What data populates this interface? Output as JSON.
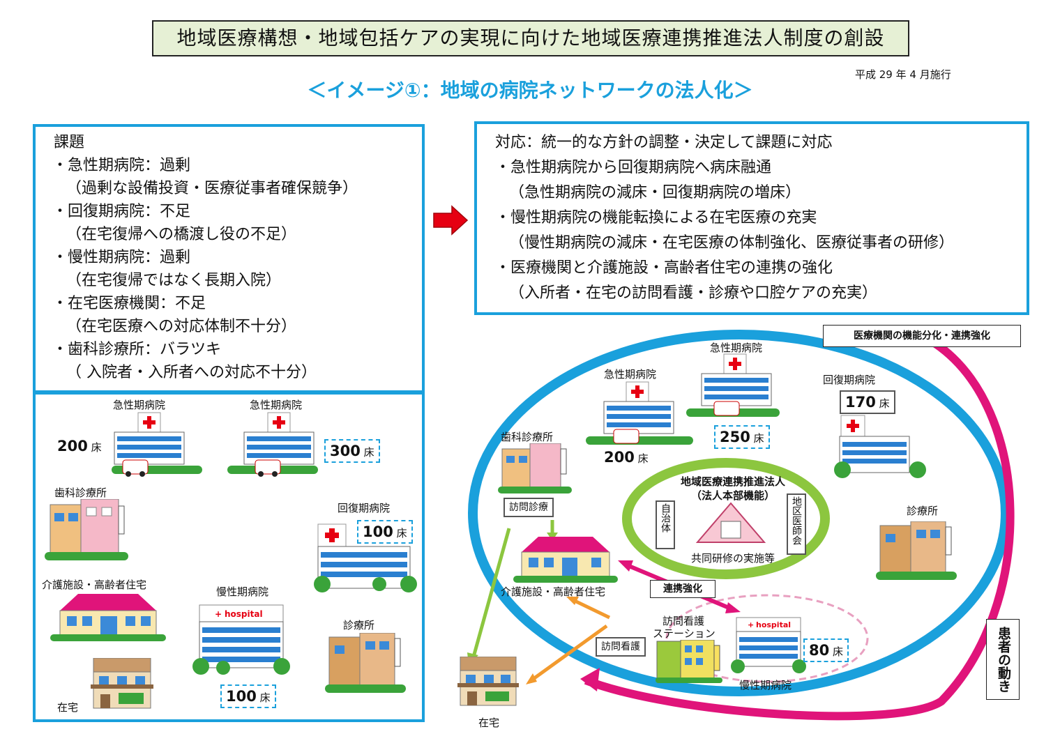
{
  "title": "地域医療構想・地域包括ケアの実現に向けた地域医療連携推進法人制度の創設",
  "subtitle": "＜イメージ①：地域の病院ネットワークの法人化＞",
  "effective_date": "平成 29 年 4 月施行",
  "issues": {
    "heading": "課題",
    "lines": [
      "・急性期病院：過剰",
      "（過剰な設備投資・医療従事者確保競争）",
      "・回復期病院：不足",
      "（在宅復帰への橋渡し役の不足）",
      "・慢性期病院：過剰",
      "（在宅復帰ではなく長期入院）",
      "・在宅医療機関：不足",
      "（在宅医療への対応体制不十分）",
      "・歯科診療所：バラツキ",
      "（ 入院者・入所者への対応不十分）"
    ]
  },
  "measures": {
    "heading": "対応：統一的な方針の調整・決定して課題に対応",
    "lines": [
      "・急性期病院から回復期病院へ病床融通",
      "（急性期病院の減床・回復期病院の増床）",
      "・慢性期病院の機能転換による在宅医療の充実",
      "（慢性期病院の減床・在宅医療の体制強化、医療従事者の研修）",
      "・医療機関と介護施設・高齢者住宅の連携の強化",
      "（入所者・在宅の訪問看護・診療や口腔ケアの充実）"
    ]
  },
  "before": {
    "acute1_label": "急性期病院",
    "acute1_beds": "200",
    "bed_unit": "床",
    "acute2_label": "急性期病院",
    "acute2_beds": "300",
    "dental_label": "歯科診療所",
    "recovery_label": "回復期病院",
    "recovery_beds": "100",
    "care_label": "介護施設・高齢者住宅",
    "chronic_label": "慢性期病院",
    "chronic_beds": "100",
    "clinic_label": "診療所",
    "home_label": "在宅",
    "hospital_sign": "hospital"
  },
  "after": {
    "tag_function": "医療機関の機能分化・連携強化",
    "acute1_label": "急性期病院",
    "acute1_beds": "200",
    "acute2_label": "急性期病院",
    "acute2_beds": "250",
    "recovery_label": "回復期病院",
    "recovery_beds": "170",
    "dental_label": "歯科診療所",
    "visit_medical": "訪問診療",
    "corp_title1": "地域医療連携推進法人",
    "corp_title2": "（法人本部機能）",
    "municipality": "自治体",
    "medical_assoc": "地区医師会",
    "joint_training": "共同研修の実施等",
    "clinic_label": "診療所",
    "care_label": "介護施設・高齢者住宅",
    "collab": "連携強化",
    "nursing_station1": "訪問看護",
    "nursing_station2": "ステーション",
    "visit_nursing": "訪問看護",
    "chronic_label": "慢性期病院",
    "chronic_beds": "80",
    "home_label": "在宅",
    "patient_flow": "患者の動き",
    "bed_unit": "床"
  },
  "colors": {
    "accent_blue": "#1aa0dc",
    "magenta": "#e0147a",
    "green_ring": "#8cc63f",
    "orange": "#f29a2e",
    "red_arrow": "#e60012",
    "title_bg": "#e6f0d5"
  }
}
